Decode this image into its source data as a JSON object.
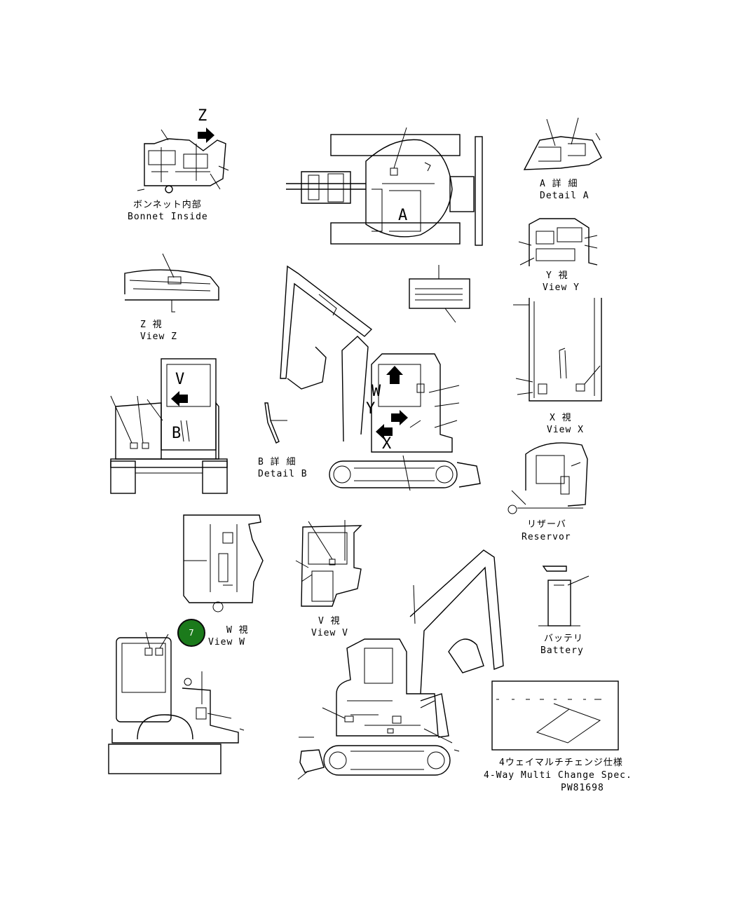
{
  "labels": {
    "z_letter": "Z",
    "bonnet_jp": "ボンネット内部",
    "bonnet_en": "Bonnet Inside",
    "a_letter": "A",
    "detail_a_jp": "A 詳 細",
    "detail_a_en": "Detail A",
    "view_y_jp": "Y 視",
    "view_y_en": "View Y",
    "view_z_jp": "Z 視",
    "view_z_en": "View Z",
    "v_letter": "V",
    "b_letter": "B",
    "detail_b_jp": "B 詳 細",
    "detail_b_en": "Detail B",
    "w_letter": "W",
    "y_letter": "Y",
    "x_letter": "X",
    "view_x_jp": "X 視",
    "view_x_en": "View X",
    "reservoir_jp": "リザーバ",
    "reservoir_en": "Reservor",
    "view_w_jp": "W 視",
    "view_w_en": "View W",
    "view_v_jp": "V 視",
    "view_v_en": "View V",
    "battery_jp": "バッテリ",
    "battery_en": "Battery",
    "spec_jp": "4ウェイマルチチェンジ仕様",
    "spec_en": "4-Way Multi Change Spec.",
    "drawing_no": "PW81698"
  },
  "marker": {
    "number": "7",
    "color": "#1b7a1b"
  }
}
